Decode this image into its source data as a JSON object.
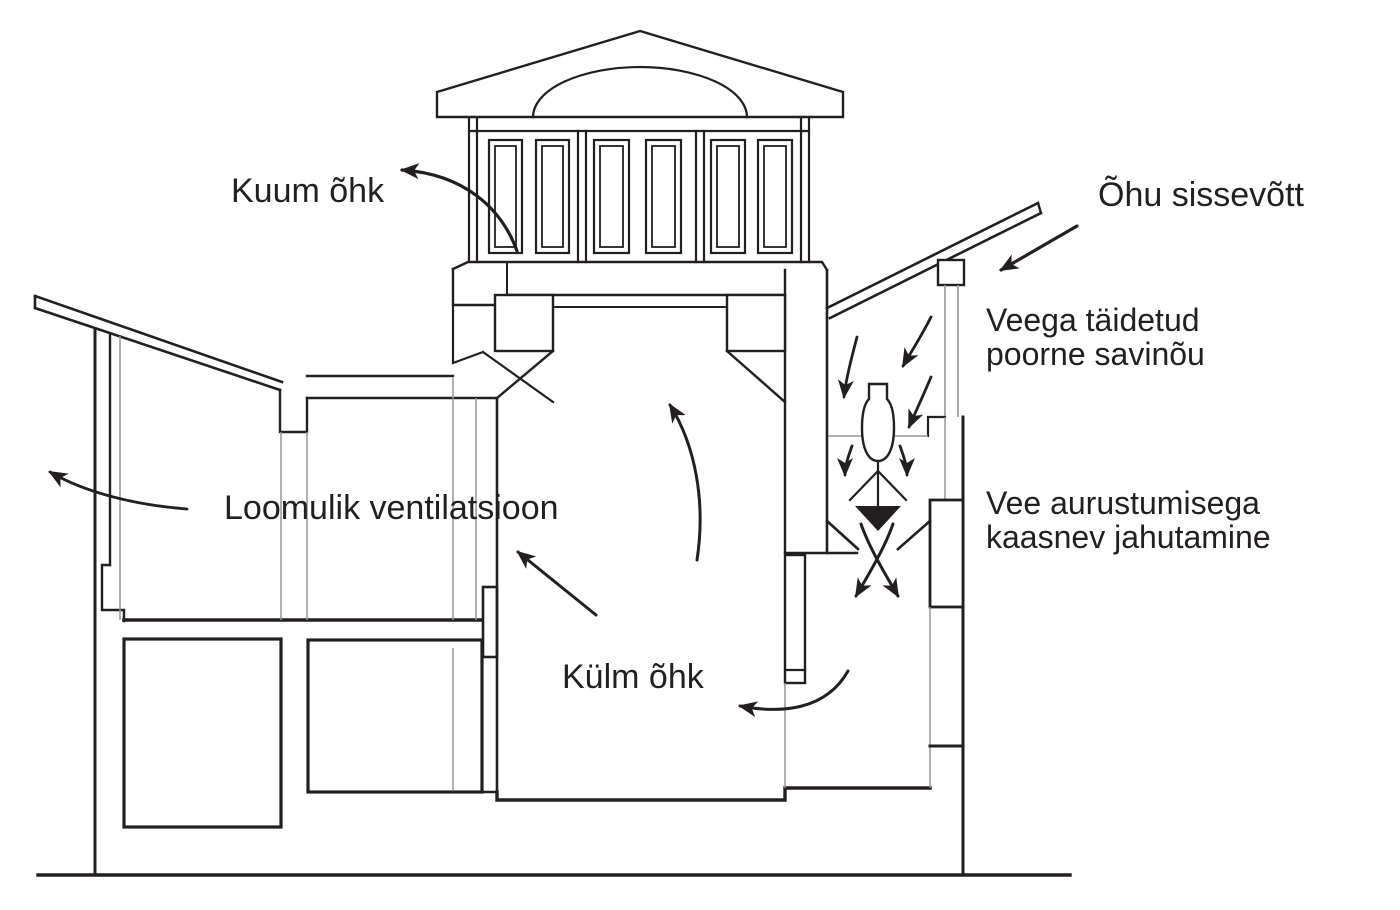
{
  "colors": {
    "ink": "#231f20",
    "thin": "#939598",
    "bg": "#ffffff"
  },
  "labels": {
    "hot_air": {
      "text": "Kuum õhk"
    },
    "air_intake": {
      "text": "Õhu sissevõtt"
    },
    "clay_vessel": {
      "line1": "Veega täidetud",
      "line2": "poorne savinõu"
    },
    "natural_ventilation": {
      "text": "Loomulik ventilatsioon"
    },
    "evaporative_cooling": {
      "line1": "Vee aurustumisega",
      "line2": "kaasnev jahutamine"
    },
    "cold_air": {
      "text": "Külm õhk"
    }
  }
}
